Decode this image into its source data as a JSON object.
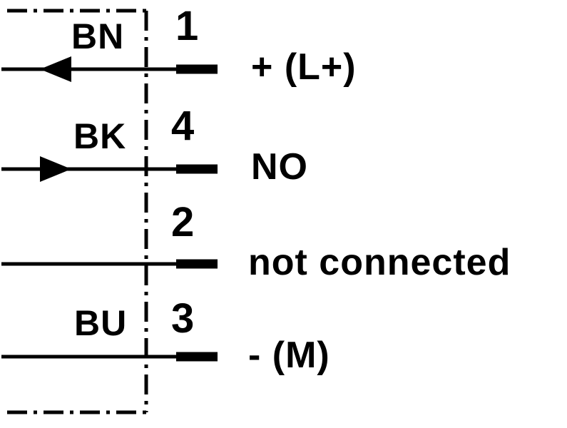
{
  "colors": {
    "line": "#000000",
    "background": "#ffffff"
  },
  "diagram": {
    "rows": [
      {
        "wire_label": "BN",
        "pin": "1",
        "function": "+ (L+)",
        "arrow_direction": "left"
      },
      {
        "wire_label": "BK",
        "pin": "4",
        "function": "NO",
        "arrow_direction": "right"
      },
      {
        "wire_label": "",
        "pin": "2",
        "function": "not connected",
        "arrow_direction": "none"
      },
      {
        "wire_label": "BU",
        "pin": "3",
        "function": "- (M)",
        "arrow_direction": "none"
      }
    ]
  }
}
